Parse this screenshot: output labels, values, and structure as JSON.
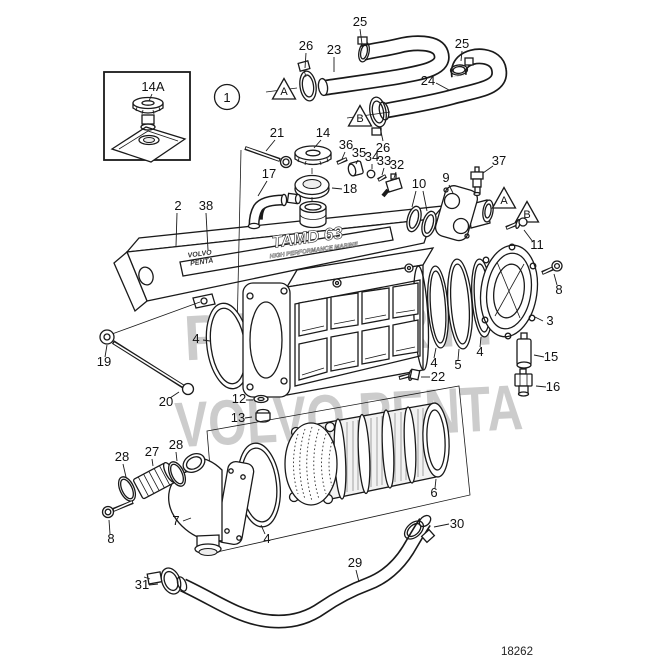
{
  "figure": {
    "drawing_number": "18262"
  },
  "watermark": {
    "line1": "PROPERTY",
    "line2": "VOLVO PENTA"
  },
  "markers": {
    "a": "A",
    "b": "B"
  },
  "tank": {
    "brand_line1": "VOLVO",
    "brand_line2": "PENTA",
    "model_text": "TAMD 63",
    "subtitle_text": "HIGH PERFORMANCE MARINE"
  },
  "callouts": {
    "c1": "1",
    "c2": "2",
    "c3": "3",
    "c4a": "4",
    "c4b": "4",
    "c4c": "4",
    "c4d": "4",
    "c5": "5",
    "c6": "6",
    "c7": "7",
    "c8a": "8",
    "c8b": "8",
    "c9": "9",
    "c10": "10",
    "c11": "11",
    "c12": "12",
    "c13": "13",
    "c14": "14",
    "c14a": "14A",
    "c15": "15",
    "c16": "16",
    "c17": "17",
    "c18": "18",
    "c19": "19",
    "c20": "20",
    "c21": "21",
    "c22": "22",
    "c23": "23",
    "c24": "24",
    "c25a": "25",
    "c25b": "25",
    "c26a": "26",
    "c26b": "26",
    "c27": "27",
    "c28a": "28",
    "c28b": "28",
    "c29": "29",
    "c30": "30",
    "c31": "31",
    "c32": "32",
    "c33": "33",
    "c34": "34",
    "c35": "35",
    "c36": "36",
    "c37": "37",
    "c38": "38"
  }
}
